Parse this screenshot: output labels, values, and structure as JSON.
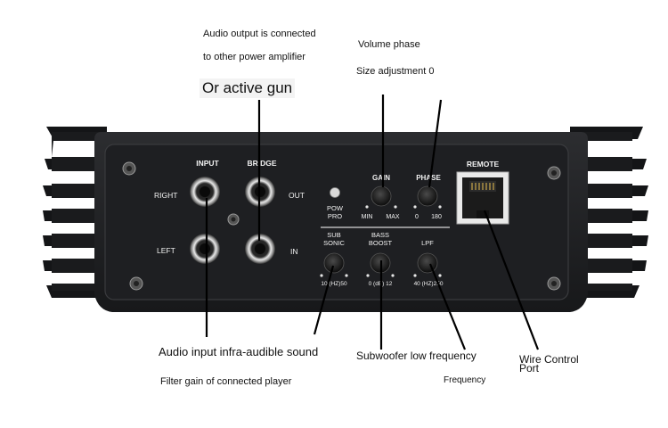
{
  "annotations": {
    "audio_output_line1": "Audio output is connected",
    "audio_output_line2": "to other power amplifier",
    "or_active_gun": "Or active gun",
    "volume_phase": "Volume phase",
    "size_adjustment": "Size adjustment 0",
    "audio_input": "Audio input infra-audible sound",
    "filter_gain": "Filter gain of connected player",
    "subwoofer": "Subwoofer low frequency",
    "frequency": "Frequency",
    "wire_control_line1": "Wire Control",
    "wire_control_line2": "Port"
  },
  "panel": {
    "input": "INPUT",
    "bridge": "BRIDGE",
    "right": "RIGHT",
    "left": "LEFT",
    "out": "OUT",
    "in": "IN",
    "pow_line1": "POW",
    "pow_line2": "PRO",
    "gain": "GAIN",
    "min": "MIN",
    "max": "MAX",
    "phase": "PHASE",
    "phase_0": "0",
    "phase_180": "180",
    "remote": "REMOTE",
    "sub_line1": "SUB",
    "sub_line2": "SONIC",
    "sub_range": "10 (HZ)50",
    "bass_line1": "BASS",
    "bass_line2": "BOOST",
    "bass_range": "0 (dB) 12",
    "lpf": "LPF",
    "lpf_range": "40 (HZ)250"
  },
  "colors": {
    "panel": "#1e1f22",
    "fins": "#141517",
    "label": "#f2f2f2",
    "pointer": "#000000"
  }
}
